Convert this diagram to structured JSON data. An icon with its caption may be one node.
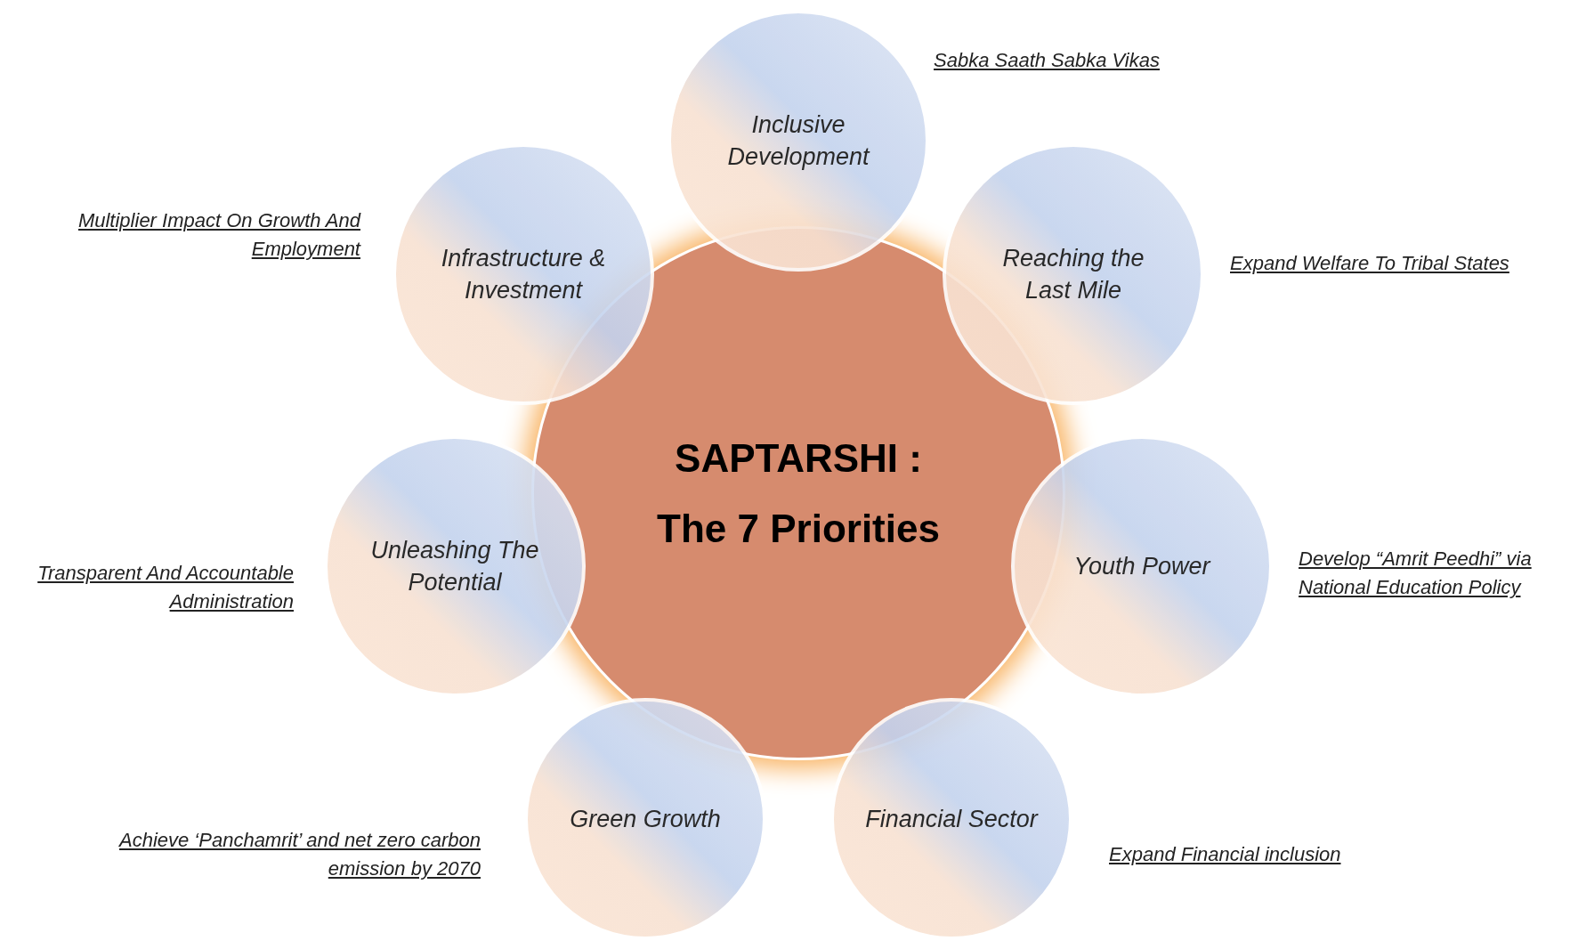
{
  "diagram": {
    "nodes": [
      {
        "text": [
          "SAPTARSHI :",
          "The 7 Priorities"
        ]
      },
      {
        "text": [
          "Inclusive Development"
        ],
        "beside": [
          "Sabka Saath Sabka Vikas"
        ]
      },
      {
        "text": [
          "Infrastructure & Investment"
        ],
        "beside": [
          "Multiplier Impact On Growth And Employment"
        ]
      },
      {
        "text": [
          "Reaching the Last Mile"
        ],
        "beside": [
          "Expand Welfare To Tribal States"
        ]
      },
      {
        "text": [
          "Unleashing The Potential"
        ],
        "beside": [
          "Transparent And Accountable Administration"
        ]
      },
      {
        "text": [
          "Youth Power"
        ],
        "beside": [
          "Develop “Amrit Peedhi”  via National Education Policy"
        ]
      },
      {
        "text": [
          "Green Growth"
        ],
        "beside": [
          "Achieve ‘Panchamrit’ and net zero carbon emission by 2070"
        ]
      },
      {
        "text": [
          "Financial Sector"
        ],
        "beside": [
          "Expand Financial inclusion"
        ]
      }
    ]
  }
}
